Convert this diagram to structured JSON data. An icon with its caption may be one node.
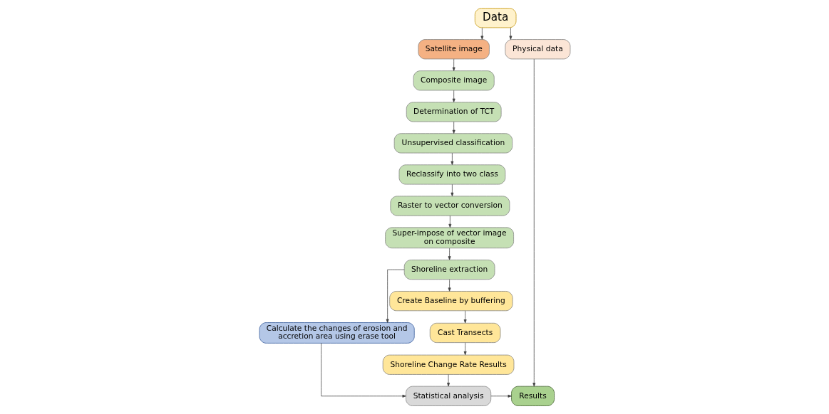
{
  "diagram": {
    "nodes": [
      {
        "text": [
          "Data"
        ]
      },
      {
        "text": [
          "Satellite image"
        ]
      },
      {
        "text": [
          "Physical data"
        ]
      },
      {
        "text": [
          "Composite image"
        ]
      },
      {
        "text": [
          "Determination of TCT"
        ]
      },
      {
        "text": [
          "Unsupervised classification"
        ]
      },
      {
        "text": [
          "Reclassify into two class"
        ]
      },
      {
        "text": [
          "Raster to vector conversion"
        ]
      },
      {
        "text": [
          "Super-impose of vector image on composite"
        ]
      },
      {
        "text": [
          "Shoreline extraction"
        ]
      },
      {
        "text": [
          "Calculate the changes of erosion and accretion area using erase tool"
        ]
      },
      {
        "text": [
          "Create Baseline by buffering"
        ]
      },
      {
        "text": [
          "Cast Transects"
        ]
      },
      {
        "text": [
          "Shoreline Change Rate Results"
        ]
      },
      {
        "text": [
          "Statistical analysis"
        ]
      },
      {
        "text": [
          "Results"
        ]
      }
    ],
    "edges": [
      {
        "from": 0,
        "to": 1,
        "arrow": "to"
      },
      {
        "from": 0,
        "to": 2,
        "arrow": "to"
      },
      {
        "from": 1,
        "to": 3,
        "arrow": "to"
      },
      {
        "from": 3,
        "to": 4,
        "arrow": "to"
      },
      {
        "from": 4,
        "to": 5,
        "arrow": "to"
      },
      {
        "from": 5,
        "to": 6,
        "arrow": "to"
      },
      {
        "from": 6,
        "to": 7,
        "arrow": "to"
      },
      {
        "from": 7,
        "to": 8,
        "arrow": "to"
      },
      {
        "from": 8,
        "to": 9,
        "arrow": "to"
      },
      {
        "from": 9,
        "to": 10,
        "arrow": "to"
      },
      {
        "from": 9,
        "to": 11,
        "arrow": "to"
      },
      {
        "from": 11,
        "to": 12,
        "arrow": "to"
      },
      {
        "from": 12,
        "to": 13,
        "arrow": "to"
      },
      {
        "from": 10,
        "to": 14,
        "arrow": "to"
      },
      {
        "from": 13,
        "to": 14,
        "arrow": "to"
      },
      {
        "from": 14,
        "to": 15,
        "arrow": "to"
      },
      {
        "from": 2,
        "to": 15,
        "arrow": "to"
      }
    ]
  }
}
